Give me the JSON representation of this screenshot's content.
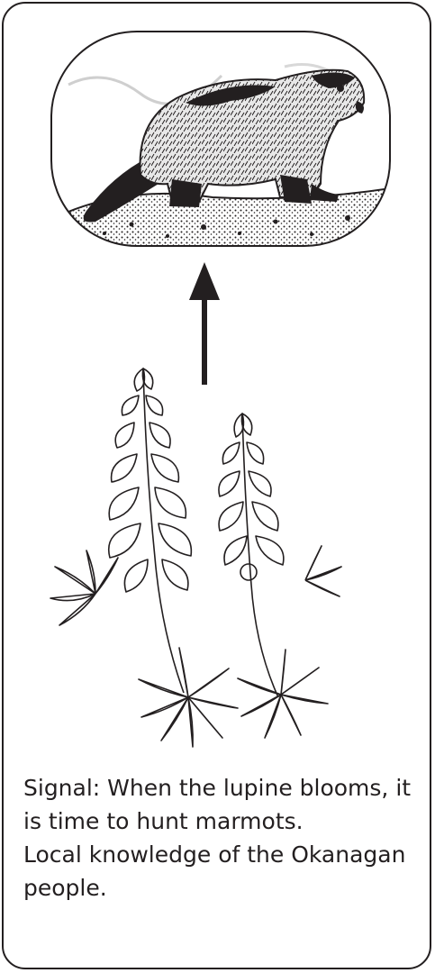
{
  "caption": {
    "signal": "Signal: When the lupine blooms, it is time to hunt marmots.",
    "knowledge": "Local knowledge of the Okanagan people."
  },
  "figures": {
    "top": "marmot-illustration",
    "connector": "up-arrow-icon",
    "bottom": "lupine-illustration"
  },
  "colors": {
    "ink": "#231f20",
    "background": "#ffffff"
  }
}
